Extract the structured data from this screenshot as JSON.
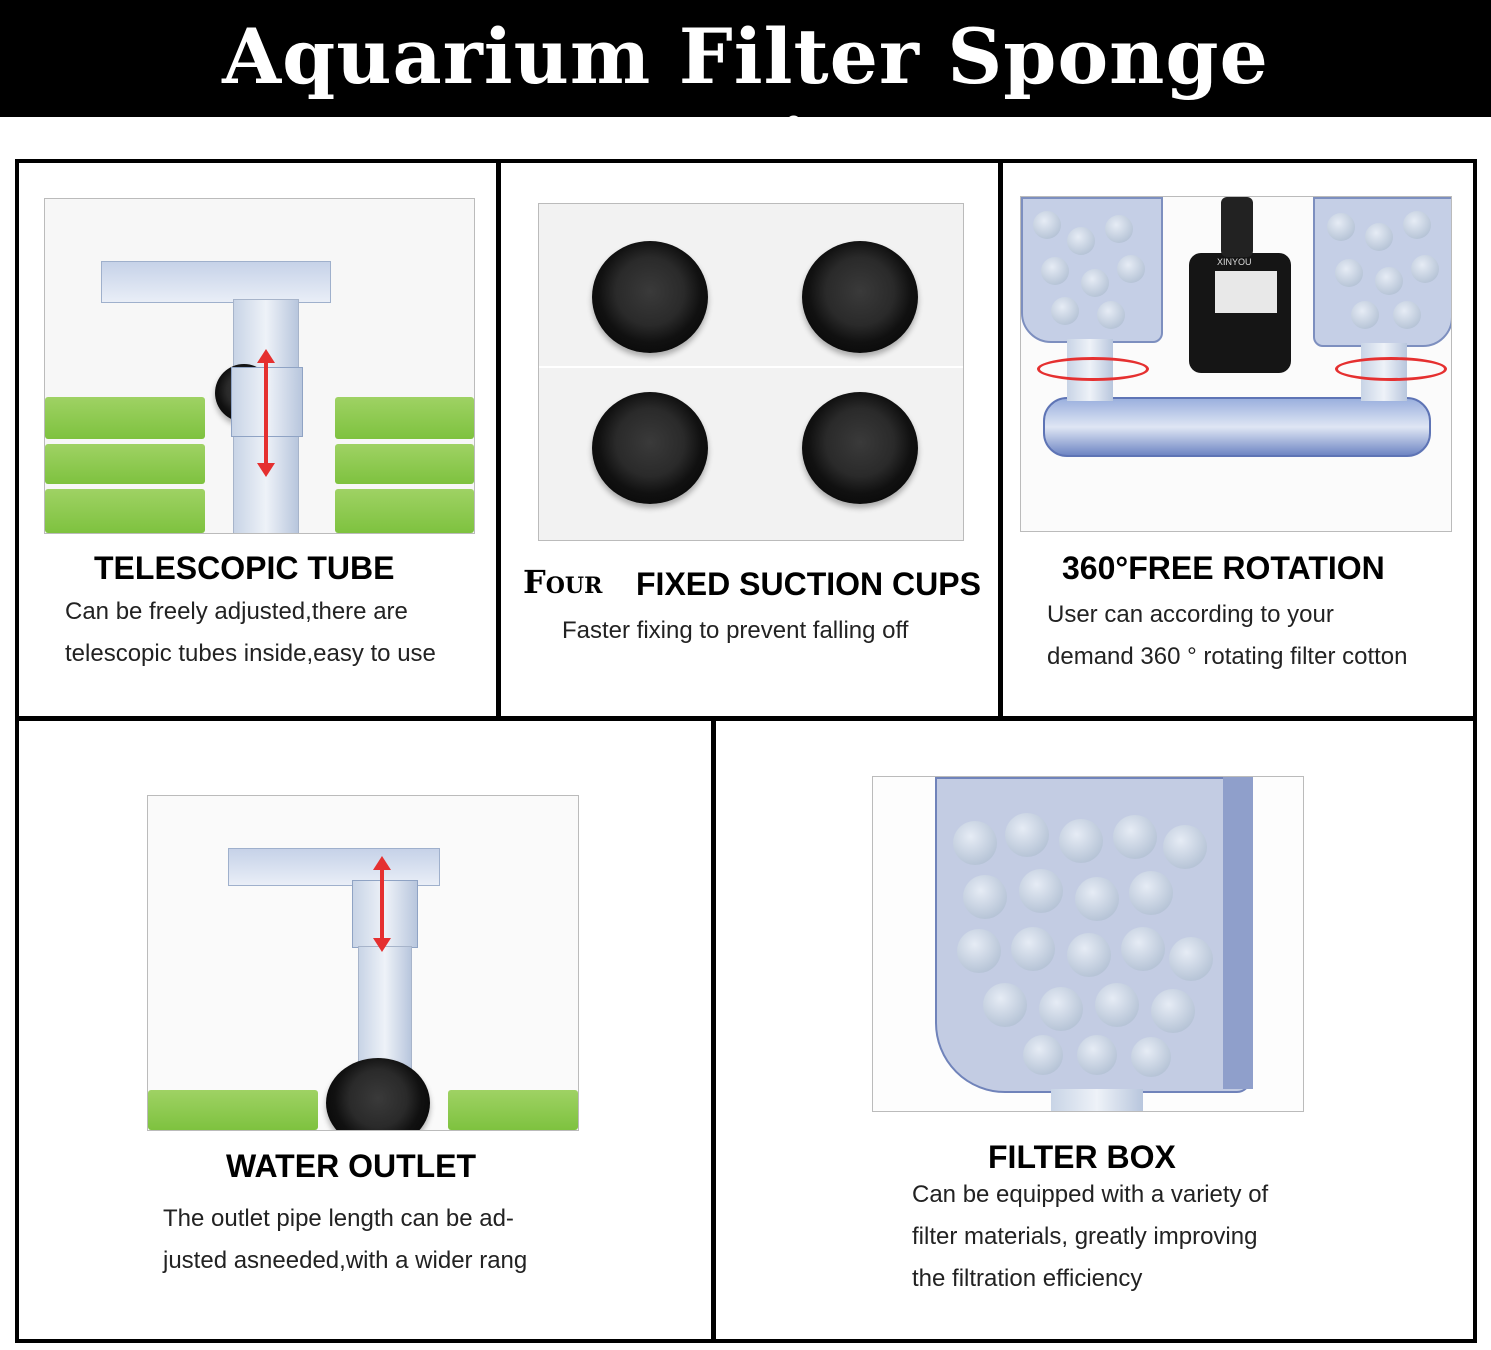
{
  "title": "Aquarium Filter Sponge Functions",
  "panels": [
    {
      "heading": "TELESCOPIC TUBE",
      "lines": [
        "Can be freely adjusted,there are",
        "telescopic tubes inside,easy to use"
      ]
    },
    {
      "heading_prefix": "Four",
      "heading": "FIXED SUCTION CUPS",
      "lines": [
        "Faster fixing to prevent falling off"
      ]
    },
    {
      "heading": "360°FREE ROTATION",
      "lines": [
        "User can according to your",
        "demand 360 ° rotating filter cotton"
      ]
    },
    {
      "heading": "WATER OUTLET",
      "lines": [
        "The outlet pipe length can be ad-",
        "justed asneeded,with a wider rang"
      ]
    },
    {
      "heading": "FILTER BOX",
      "lines": [
        "Can be equipped with a variety of",
        "filter materials, greatly improving",
        "the filtration efficiency"
      ]
    }
  ],
  "product_label": "XINYOU"
}
